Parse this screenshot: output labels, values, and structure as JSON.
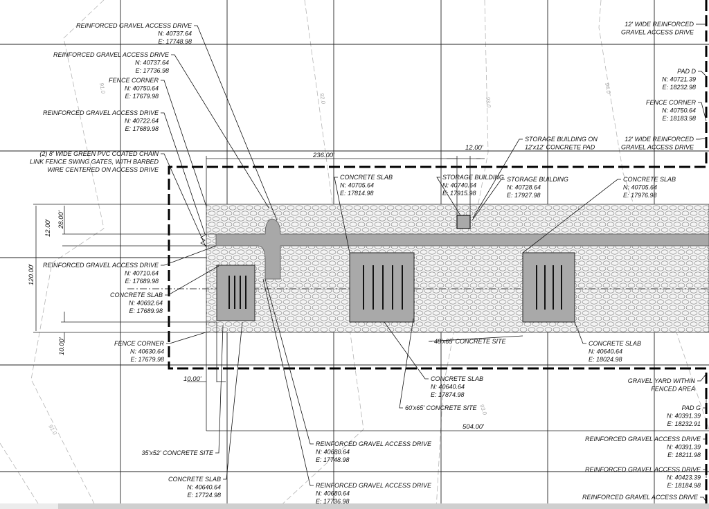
{
  "callouts": [
    {
      "title": "REINFORCED GRAVEL ACCESS DRIVE",
      "n": "N: 40737.64",
      "e": "E: 17748.98"
    },
    {
      "title": "REINFORCED GRAVEL ACCESS DRIVE",
      "n": "N: 40737.64",
      "e": "E: 17736.98"
    },
    {
      "title": "FENCE CORNER",
      "n": "N: 40750.64",
      "e": "E: 17679.98"
    },
    {
      "title": "REINFORCED GRAVEL ACCESS DRIVE",
      "n": "N: 40722.64",
      "e": "E: 17689.98"
    },
    {
      "title": "(2) 8' WIDE  GREEN PVC COATED CHAIN",
      "n": "LINK FENCE SWING GATES, WITH BARBED",
      "e": "WIRE CENTERED ON ACCESS DRIVE"
    },
    {
      "title": "REINFORCED GRAVEL ACCESS DRIVE",
      "n": "N: 40710.64",
      "e": "E: 17689.98"
    },
    {
      "title": "CONCRETE SLAB",
      "n": "N: 40692.64",
      "e": "E: 17689.98"
    },
    {
      "title": "FENCE CORNER",
      "n": "N: 40630.64",
      "e": "E: 17679.98"
    },
    {
      "title": "35'x52' CONCRETE SITE"
    },
    {
      "title": "CONCRETE SLAB",
      "n": "N: 40640.64",
      "e": "E: 17724.98"
    },
    {
      "title": "REINFORCED GRAVEL ACCESS DRIVE",
      "n": "N: 40680.64",
      "e": "E: 17748.98"
    },
    {
      "title": "REINFORCED GRAVEL ACCESS DRIVE",
      "n": "N: 40680.64",
      "e": "E: 17736.98"
    },
    {
      "title": "CONCRETE SLAB",
      "n": "N: 40640.64",
      "e": "E: 17874.98"
    },
    {
      "title": "60'x65' CONCRETE SITE"
    },
    {
      "title": "48'x65' CONCRETE SITE"
    },
    {
      "title": "CONCRETE SLAB",
      "n": "N: 40640.64",
      "e": "E: 18024.98"
    },
    {
      "title": "GRAVEL YARD WITHIN",
      "n": "FENCED AREA"
    },
    {
      "title": "PAD G",
      "n": "N: 40391.39",
      "e": "E: 18232.91"
    },
    {
      "title": "REINFORCED GRAVEL ACCESS DRIVE",
      "n": "N: 40391.39",
      "e": "E: 18211.98"
    },
    {
      "title": "REINFORCED GRAVEL ACCESS DRIVE",
      "n": "N: 40423.39",
      "e": "E: 18184.98"
    },
    {
      "title": "REINFORCED GRAVEL ACCESS DRIVE"
    },
    {
      "title": "12' WIDE REINFORCED",
      "n": "GRAVEL ACCESS DRIVE"
    },
    {
      "title": "PAD D",
      "n": "N: 40721.39",
      "e": "E: 18232.98"
    },
    {
      "title": "FENCE CORNER",
      "n": "N: 40750.64",
      "e": "E: 18183.98"
    },
    {
      "title": "12' WIDE REINFORCED",
      "n": "GRAVEL ACCESS DRIVE"
    },
    {
      "title": "STORAGE BUILDING ON",
      "n": "12'x12' CONCRETE PAD"
    },
    {
      "title": "CONCRETE SLAB",
      "n": "N: 40705.64",
      "e": "E: 17814.98"
    },
    {
      "title": "STORAGE BUILDING",
      "n": "N: 40740.64",
      "e": "E: 17915.98"
    },
    {
      "title": "STORAGE BUILDING",
      "n": "N: 40728.64",
      "e": "E: 17927.98"
    },
    {
      "title": "CONCRETE SLAB",
      "n": "N: 40705.64",
      "e": "E: 17976.98"
    }
  ],
  "dimensions": {
    "overall_width_upper": "236.00'",
    "storage_pad_width": "12.00'",
    "overall_height": "120.00'",
    "drive_width": "12.00'",
    "drive_offset": "28.00'",
    "bottom_offset": "10.00'",
    "left_offset": "10.00'",
    "overall_length": "504.00'"
  },
  "contours": [
    "91.0",
    "92.0",
    "93.0",
    "94.0",
    "91.0",
    "93.0"
  ]
}
